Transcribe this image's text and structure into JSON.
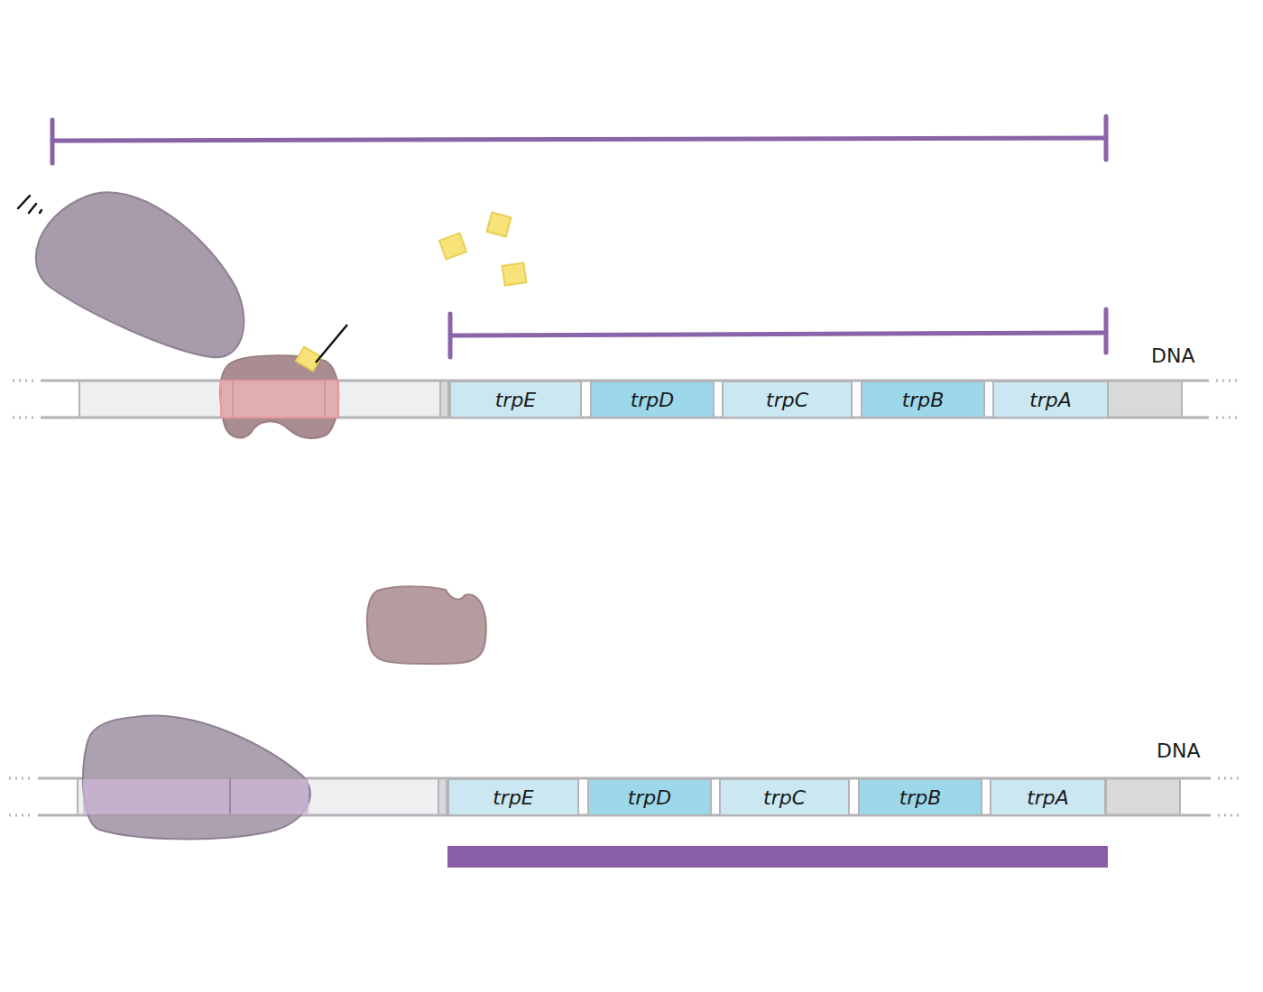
{
  "diagram": {
    "nodes": [
      {
        "text": [
          "trpE"
        ]
      },
      {
        "text": [
          "trpD"
        ]
      },
      {
        "text": [
          "trpC"
        ]
      },
      {
        "text": [
          "trpB"
        ]
      },
      {
        "text": [
          "trpA"
        ]
      },
      {
        "text": [
          "trpE"
        ]
      },
      {
        "text": [
          "trpD"
        ]
      },
      {
        "text": [
          "trpC"
        ]
      },
      {
        "text": [
          "trpB"
        ]
      },
      {
        "text": [
          "trpA"
        ]
      }
    ],
    "labels": [
      "DNA",
      "DNA"
    ]
  }
}
